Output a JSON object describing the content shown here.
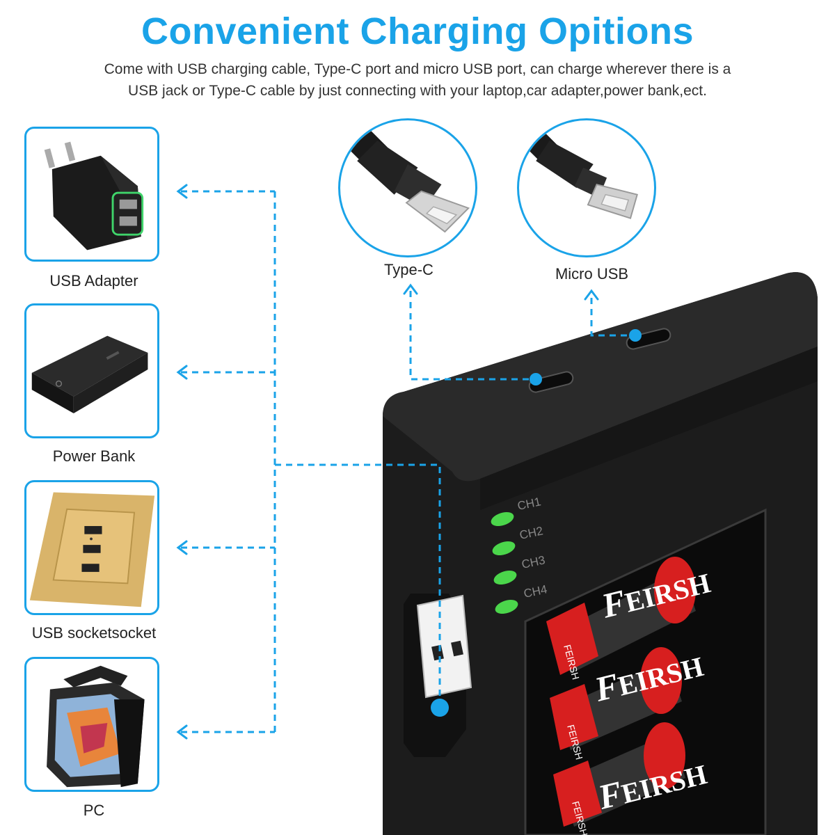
{
  "header": {
    "title": "Convenient Charging Opitions",
    "description_line1": "Come with USB charging cable, Type-C port and micro USB port, can charge wherever there is a",
    "description_line2": "USB jack or Type-C cable by just connecting with your laptop,car adapter,power bank,ect."
  },
  "sources": [
    {
      "label": "USB Adapter",
      "icon": "usb-adapter-icon"
    },
    {
      "label": "Power Bank",
      "icon": "power-bank-icon"
    },
    {
      "label": "USB socketsocket",
      "icon": "usb-socket-icon"
    },
    {
      "label": "PC",
      "icon": "pc-icon"
    }
  ],
  "ports": [
    {
      "label": "Type-C",
      "icon": "type-c-connector-icon"
    },
    {
      "label": "Micro USB",
      "icon": "micro-usb-connector-icon"
    }
  ],
  "charger": {
    "channels": [
      "CH1",
      "CH2",
      "CH3",
      "CH4"
    ],
    "battery_brand": "FEIRSH",
    "battery_brand_side": "FEIRSH",
    "brand_letter": "F",
    "brand_rest": "EIRSH"
  },
  "colors": {
    "accent": "#1aa3e8",
    "led": "#4bd64b",
    "battery_red": "#d71f1f",
    "charger_body": "#1c1c1c"
  }
}
